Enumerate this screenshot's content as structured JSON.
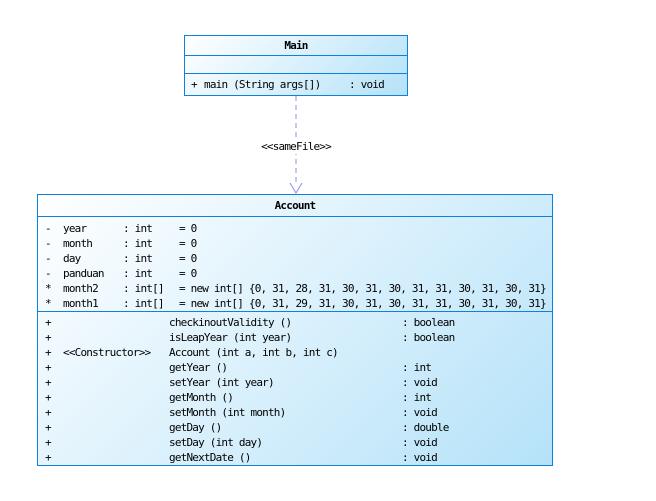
{
  "colors": {
    "border": "#0d81dc",
    "fill_light": "#ffffff",
    "fill_dark": "#b5e2f9",
    "arrow": "#8f8fe8",
    "text": "#000000",
    "background": "#ffffff"
  },
  "main_class": {
    "title": "Main",
    "methods": [
      {
        "sign": "+",
        "name": "main (String args[])",
        "returns": ": void"
      }
    ]
  },
  "connector": {
    "label": "<<sameFile>>",
    "type": "dashed-dependency-arrow"
  },
  "account_class": {
    "title": "Account",
    "attributes": [
      {
        "sign": "-",
        "name": "year",
        "type": ": int",
        "value": "= 0"
      },
      {
        "sign": "-",
        "name": "month",
        "type": ": int",
        "value": "= 0"
      },
      {
        "sign": "-",
        "name": "day",
        "type": ": int",
        "value": "= 0"
      },
      {
        "sign": "-",
        "name": "panduan",
        "type": ": int",
        "value": "= 0"
      },
      {
        "sign": "*",
        "name": "month2",
        "type": ": int[]",
        "value": "= new int[] {0, 31, 28, 31, 30, 31, 30, 31, 31, 30, 31, 30, 31}"
      },
      {
        "sign": "*",
        "name": "month1",
        "type": ": int[]",
        "value": "= new int[] {0, 31, 29, 31, 30, 31, 30, 31, 31, 30, 31, 30, 31}"
      }
    ],
    "methods": [
      {
        "sign": "+",
        "stereotype": "",
        "name": "checkinoutValidity ()",
        "returns": ": boolean"
      },
      {
        "sign": "+",
        "stereotype": "",
        "name": "isLeapYear (int year)",
        "returns": ": boolean"
      },
      {
        "sign": "+",
        "stereotype": "<<Constructor>>",
        "name": "Account (int a, int b, int c)",
        "returns": ""
      },
      {
        "sign": "+",
        "stereotype": "",
        "name": "getYear ()",
        "returns": ": int"
      },
      {
        "sign": "+",
        "stereotype": "",
        "name": "setYear (int year)",
        "returns": ": void"
      },
      {
        "sign": "+",
        "stereotype": "",
        "name": "getMonth ()",
        "returns": ": int"
      },
      {
        "sign": "+",
        "stereotype": "",
        "name": "setMonth (int month)",
        "returns": ": void"
      },
      {
        "sign": "+",
        "stereotype": "",
        "name": "getDay ()",
        "returns": ": double"
      },
      {
        "sign": "+",
        "stereotype": "",
        "name": "setDay (int day)",
        "returns": ": void"
      },
      {
        "sign": "+",
        "stereotype": "",
        "name": "getNextDate ()",
        "returns": ": void"
      }
    ]
  }
}
